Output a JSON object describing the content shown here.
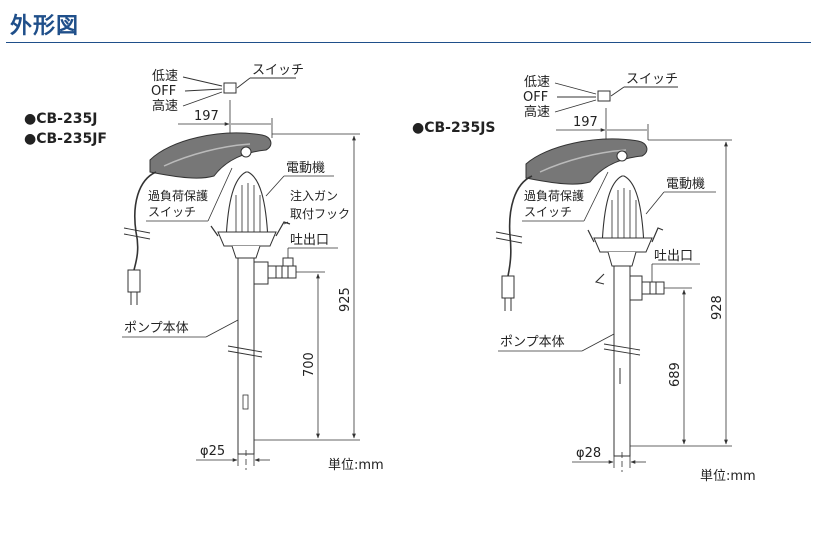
{
  "header": {
    "title": "外形図"
  },
  "left_unit": {
    "models": [
      "●CB-235J",
      "●CB-235JF"
    ],
    "switch_positions": [
      "低速",
      "OFF",
      "高速"
    ],
    "switch_label": "スイッチ",
    "width_dim": "197",
    "motor_label": "電動機",
    "overload_label": [
      "過負荷保護",
      "スイッチ"
    ],
    "gun_hook_label": [
      "注入ガン",
      "取付フック"
    ],
    "outlet_label": "吐出口",
    "body_label": "ポンプ本体",
    "height_total": "925",
    "height_pipe": "700",
    "diameter": "φ25",
    "unit": "単位:mm"
  },
  "right_unit": {
    "models": [
      "●CB-235JS"
    ],
    "switch_positions": [
      "低速",
      "OFF",
      "高速"
    ],
    "switch_label": "スイッチ",
    "width_dim": "197",
    "motor_label": "電動機",
    "overload_label": [
      "過負荷保護",
      "スイッチ"
    ],
    "outlet_label": "吐出口",
    "body_label": "ポンプ本体",
    "height_total": "928",
    "height_pipe": "689",
    "diameter": "φ28",
    "unit": "単位:mm"
  },
  "colors": {
    "title": "#1f4f8a",
    "line": "#333333"
  }
}
